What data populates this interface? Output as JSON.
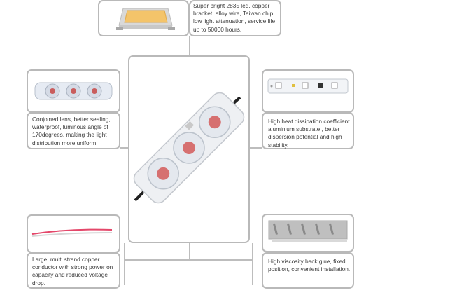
{
  "features": {
    "led_chip": "Super bright 2835 led, copper bracket, alloy wire, Taiwan  chip, low light attenuation, service life up to 50000 hours.",
    "lens": "Conjoined lens, better sealing, waterproof, luminous angle of 170degrees, making the light distribution more uniform.",
    "substrate": "High heat dissipation coefficient aluminium substrate , better dispersion potential and high stability.",
    "wire": "Large, multi strand copper conductor with strong power on capacity and reduced voltage drop.",
    "glue": "High viscosity back glue, fixed position, convenient installation."
  },
  "colors": {
    "frame_border": "#b9b9b9",
    "connector_line": "#bdbdbd",
    "chip_phosphor": "#f4c46a",
    "wire_red": "#e4476a"
  },
  "icons": [
    "led-chip-icon",
    "lens-module-icon",
    "pcb-substrate-icon",
    "red-white-wire-icon",
    "adhesive-tape-icon",
    "led-module-icon"
  ]
}
